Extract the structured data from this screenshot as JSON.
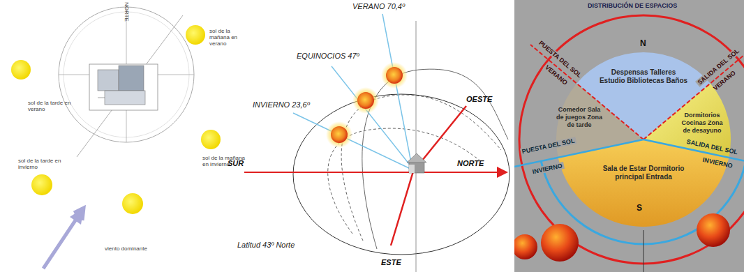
{
  "diagram": {
    "nodes": [
      {
        "text": [
          "Despensas Talleres Estudio Bibliotecas Baños"
        ]
      },
      {
        "text": [
          "Comedor Sala de juegos Zona de tarde"
        ]
      },
      {
        "text": [
          "Dormitorios Cocinas Zona de desayuno"
        ]
      },
      {
        "text": [
          "Sala de Estar Dormitorio principal Entrada"
        ]
      }
    ],
    "labels": [
      "NORTE",
      "sol de la tarde en verano",
      "sol de la mañana en verano",
      "sol de la mañana en invierno",
      "sol de la tarde en invierno",
      "viento dominante",
      "VERANO 70,4º",
      "EQUINOCIOS 47º",
      "INVIERNO 23,6º",
      "OESTE",
      "SUR",
      "NORTE",
      "ESTE",
      "Latitud 43º Norte",
      "DISTRIBUCIÓN DE ESPACIOS",
      "N",
      "PUESTA DEL SOL",
      "VERANO",
      "SALIDA DEL SOL",
      "VERANO",
      "PUESTA DEL SOL",
      "INVIERNO",
      "SALIDA DEL SOL",
      "INVIERNO",
      "S"
    ]
  }
}
